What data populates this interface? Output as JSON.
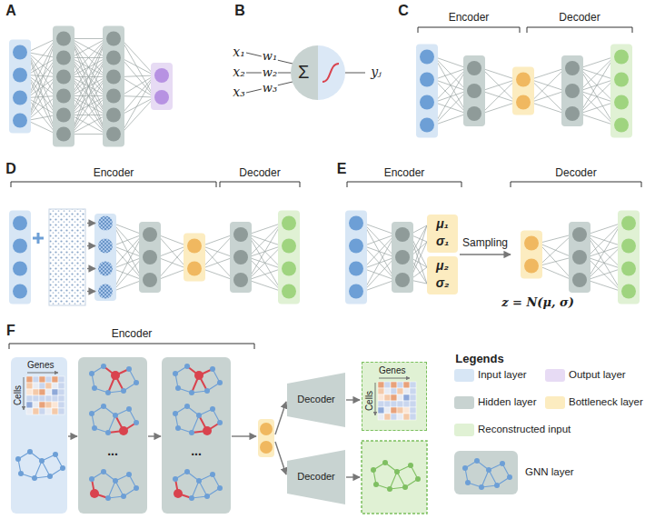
{
  "diagram": {
    "nodes": [
      {
        "text": [
          "Σ"
        ]
      },
      {
        "text": [
          "μ₁",
          "σ₁"
        ]
      },
      {
        "text": [
          "μ₂",
          "σ₂"
        ]
      },
      {
        "text": [
          "Genes",
          "Cells"
        ]
      },
      {
        "text": [
          "Decoder"
        ]
      },
      {
        "text": [
          "Decoder"
        ]
      },
      {
        "text": [
          "Genes",
          "Cells"
        ]
      }
    ],
    "edges": [
      {
        "from": 4,
        "to": 6,
        "arrow": "to"
      }
    ],
    "labels": [
      "A",
      "B",
      "C",
      "D",
      "E",
      "F",
      "x₁",
      "x₂",
      "x₃",
      "w₁",
      "w₂",
      "w₃",
      "yⱼ",
      "Encoder",
      "Decoder",
      "Encoder",
      "Decoder",
      "Encoder",
      "Decoder",
      "Sampling",
      "z = N(μ, σ)",
      "Encoder",
      "...",
      "...",
      "Legends"
    ],
    "legend": [
      {
        "text": "Input layer",
        "color": "#d7e6f5"
      },
      {
        "text": "Output layer",
        "color": "#e7dbf4"
      },
      {
        "text": "Hidden layer",
        "color": "#c8d3d1"
      },
      {
        "text": "Bottleneck layer",
        "color": "#fcecc0"
      },
      {
        "text": "Reconstructed input",
        "color": "#e0f1d4"
      },
      {
        "text": "GNN layer"
      }
    ]
  }
}
